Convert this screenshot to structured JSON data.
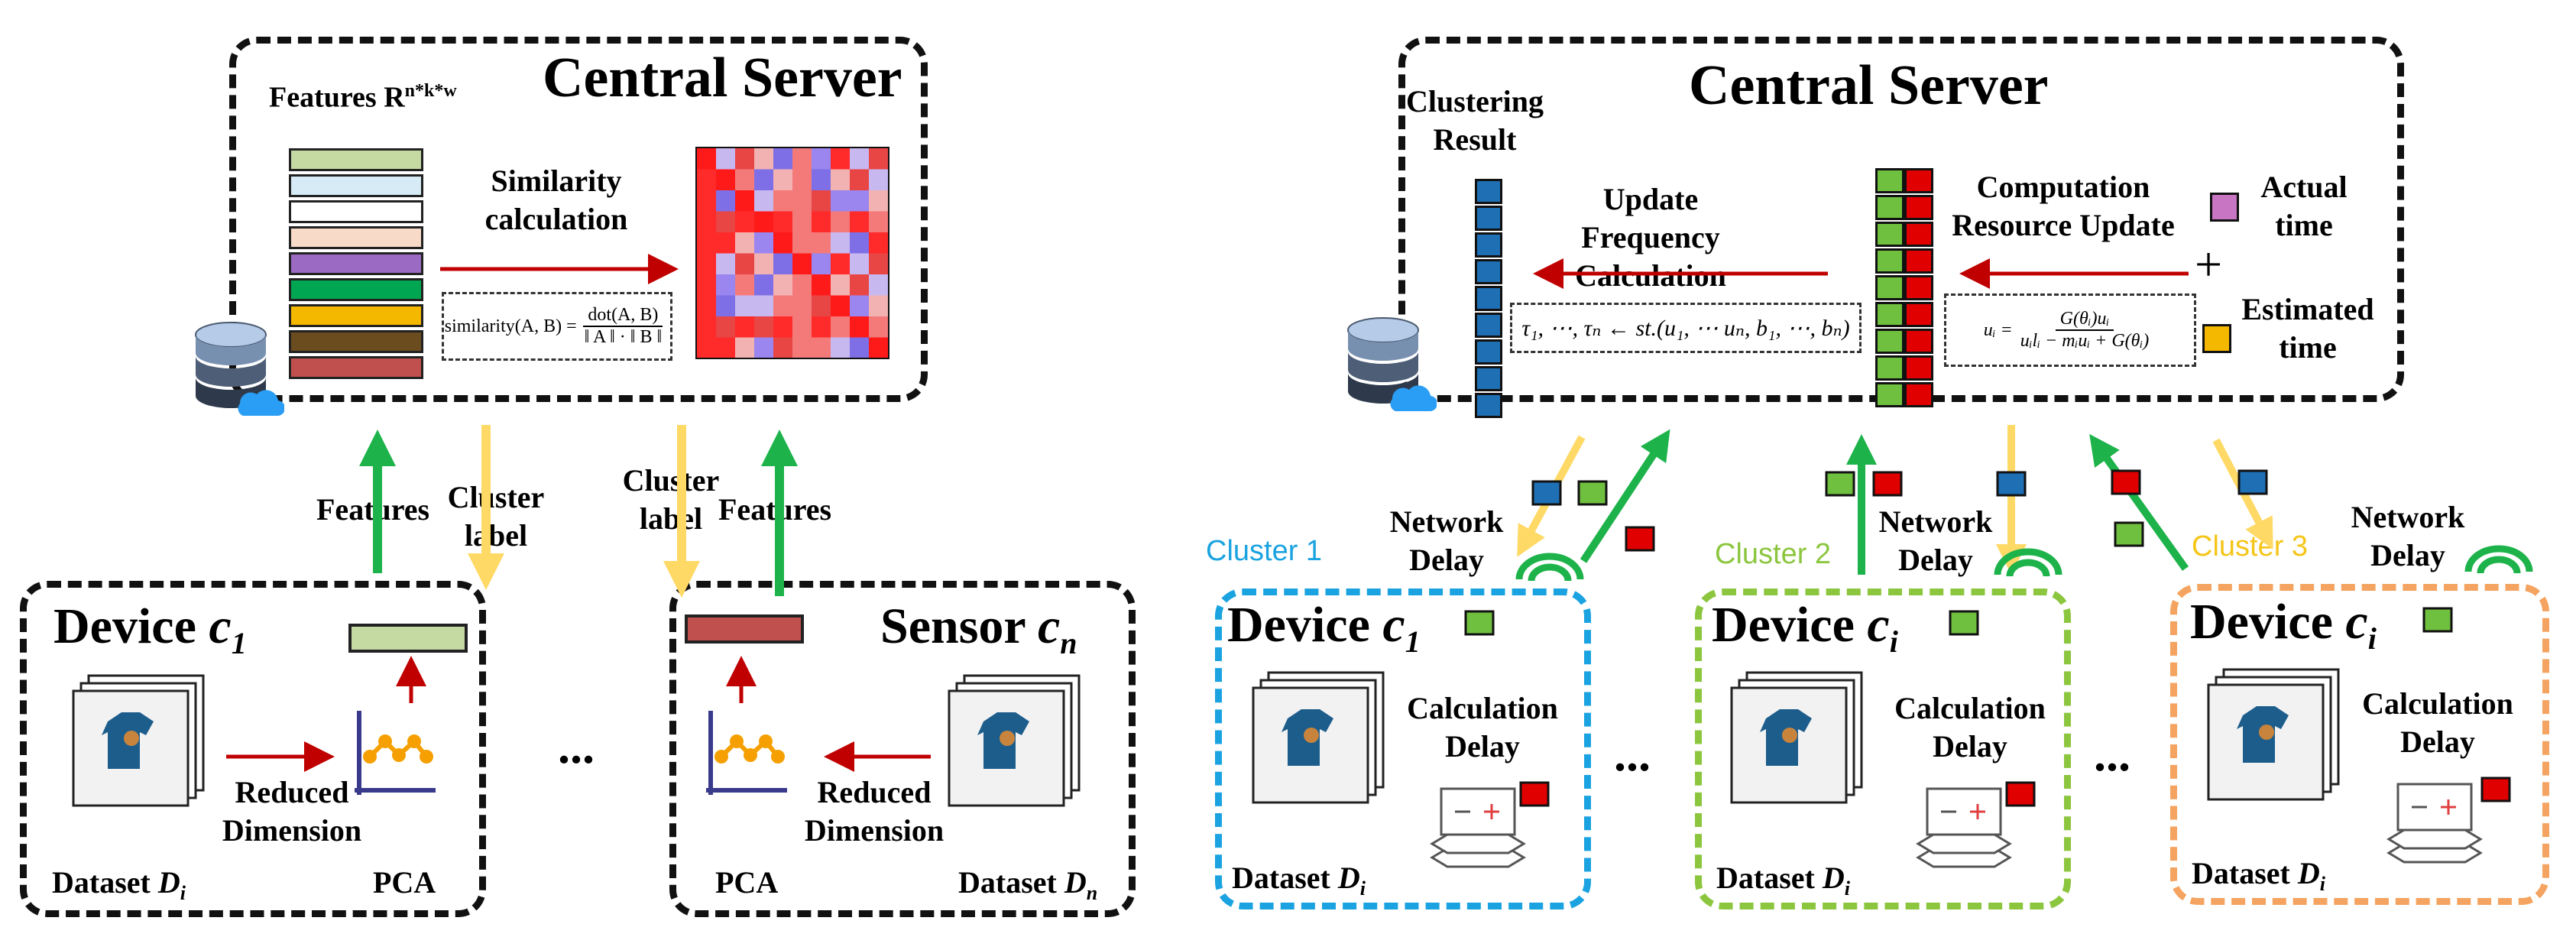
{
  "left": {
    "server": {
      "title": "Central Server",
      "features_label": "Features R",
      "features_sup": "n*k*w",
      "similarity_label": "Similarity calculation",
      "formula_lhs": "similarity(A, B) =",
      "formula_num": "dot(A, B)",
      "formula_den": "‖ A ‖ · ‖ B ‖"
    },
    "arrows": {
      "features_left": "Features",
      "cluster_label_left": "Cluster label",
      "cluster_label_right": "Cluster label",
      "features_right": "Features"
    },
    "device": {
      "title": "Device ",
      "var": "c",
      "sub": "1",
      "reduced": "Reduced Dimension",
      "dataset_prefix": "Dataset ",
      "dataset_var": "D",
      "dataset_sub": "i",
      "pca": "PCA"
    },
    "sensor": {
      "title": "Sensor ",
      "var": "c",
      "sub": "n",
      "reduced": "Reduced Dimension",
      "dataset_prefix": "Dataset ",
      "dataset_var": "D",
      "dataset_sub": "n",
      "pca": "PCA"
    },
    "ellipsis": "..."
  },
  "right": {
    "server": {
      "title": "Central Server",
      "clustering_result": "Clustering Result",
      "update_frequency": "Update Frequency Calculation",
      "computation_update": "Computation Resource Update",
      "actual_time": "Actual time",
      "estimated_time": "Estimated time",
      "plus": "+",
      "formula_freq": "τ₁, ⋯, τₙ ← st.(u₁, ⋯ uₙ, b₁, ⋯, bₙ)",
      "formula_u_lhs": "uᵢ =",
      "formula_u_num": "G(θᵢ)uᵢ",
      "formula_u_den": "uᵢlᵢ − mᵢuᵢ + G(θᵢ)"
    },
    "clusters": [
      {
        "label": "Cluster 1",
        "network_delay": "Network Delay",
        "device_title": "Device ",
        "device_var": "c",
        "device_sub": "1",
        "calc_delay": "Calculation Delay",
        "dataset_prefix": "Dataset ",
        "dataset_var": "D",
        "dataset_sub": "i",
        "color": "#1aa3e0"
      },
      {
        "label": "Cluster 2",
        "network_delay": "Network Delay",
        "device_title": "Device ",
        "device_var": "c",
        "device_sub": "i",
        "calc_delay": "Calculation Delay",
        "dataset_prefix": "Dataset ",
        "dataset_var": "D",
        "dataset_sub": "i",
        "color": "#8cc63f"
      },
      {
        "label": "Cluster 3",
        "network_delay": "Network Delay",
        "device_title": "Device ",
        "device_var": "c",
        "device_sub": "i",
        "calc_delay": "Calculation Delay",
        "dataset_prefix": "Dataset ",
        "dataset_var": "D",
        "dataset_sub": "i",
        "color": "#f4a460"
      }
    ],
    "ellipsis": "..."
  },
  "colors": {
    "feature_arrow": "#1db34a",
    "label_arrow": "#ffd966",
    "red_arrow": "#c00000",
    "blue_square": "#1f6fb5",
    "green_square": "#70c040",
    "red_square": "#e00000",
    "purple_square": "#c875c4",
    "yellow_square": "#f5b800",
    "cluster_label_yellow": "#f5c518"
  },
  "feature_bar_colors": [
    "#c5d9a3",
    "#d6ebf5",
    "#ffffff",
    "#f7dac8",
    "#9b6bc4",
    "#00a651",
    "#f5b800",
    "#6b4c1e",
    "#c0504d"
  ]
}
